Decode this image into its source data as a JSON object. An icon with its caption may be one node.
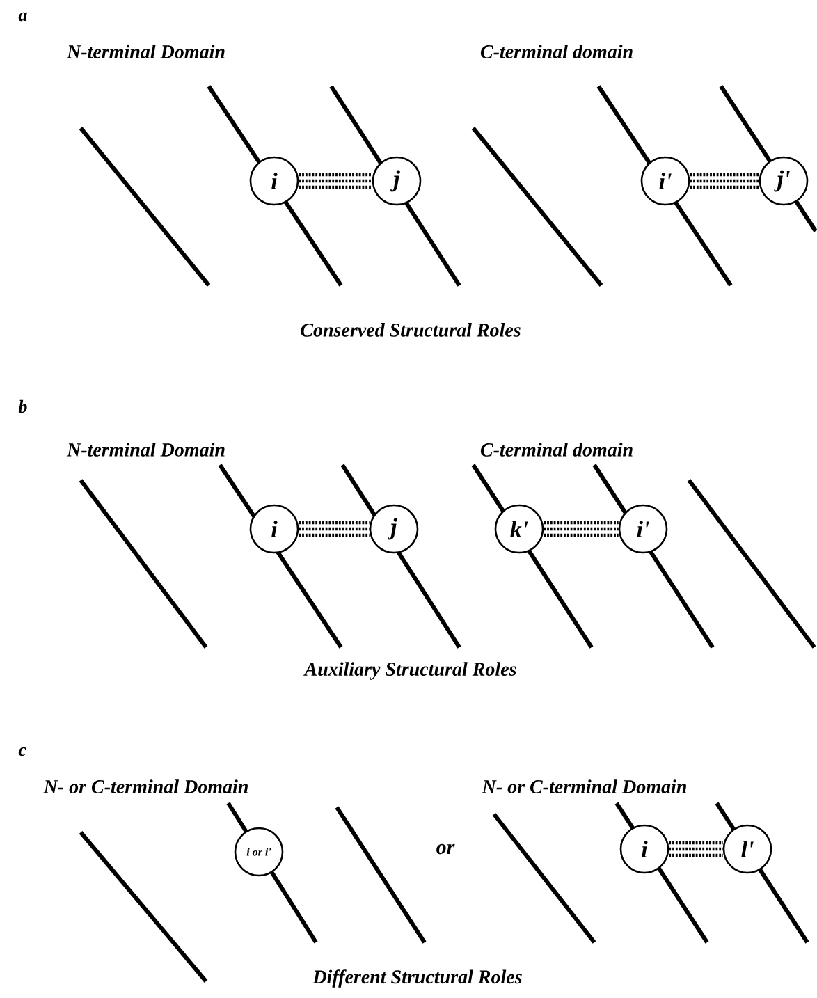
{
  "diagram": {
    "nodes": [
      {
        "text": [
          "i"
        ]
      },
      {
        "text": [
          "j"
        ]
      },
      {
        "text": [
          "i'"
        ]
      },
      {
        "text": [
          "j'"
        ]
      },
      {
        "text": [
          "i"
        ]
      },
      {
        "text": [
          "j"
        ]
      },
      {
        "text": [
          "k'"
        ]
      },
      {
        "text": [
          "i'"
        ]
      },
      {
        "text": [
          "i or i'"
        ]
      },
      {
        "text": [
          "i"
        ]
      },
      {
        "text": [
          "l'"
        ]
      }
    ],
    "edges": [
      {
        "from": 0,
        "to": 1,
        "arrow": "none",
        "style": "dashed"
      },
      {
        "from": 2,
        "to": 3,
        "arrow": "none",
        "style": "dashed"
      },
      {
        "from": 4,
        "to": 5,
        "arrow": "none",
        "style": "dashed"
      },
      {
        "from": 6,
        "to": 7,
        "arrow": "none",
        "style": "dashed"
      },
      {
        "from": 9,
        "to": 10,
        "arrow": "none",
        "style": "dashed"
      }
    ],
    "labels": [
      "a",
      "N-terminal Domain",
      "C-terminal domain",
      "Conserved Structural Roles",
      "b",
      "N-terminal Domain",
      "C-terminal domain",
      "Auxiliary Structural Roles",
      "c",
      "N- or C-terminal Domain",
      "N- or C-terminal Domain",
      "or",
      "Different Structural Roles"
    ]
  }
}
